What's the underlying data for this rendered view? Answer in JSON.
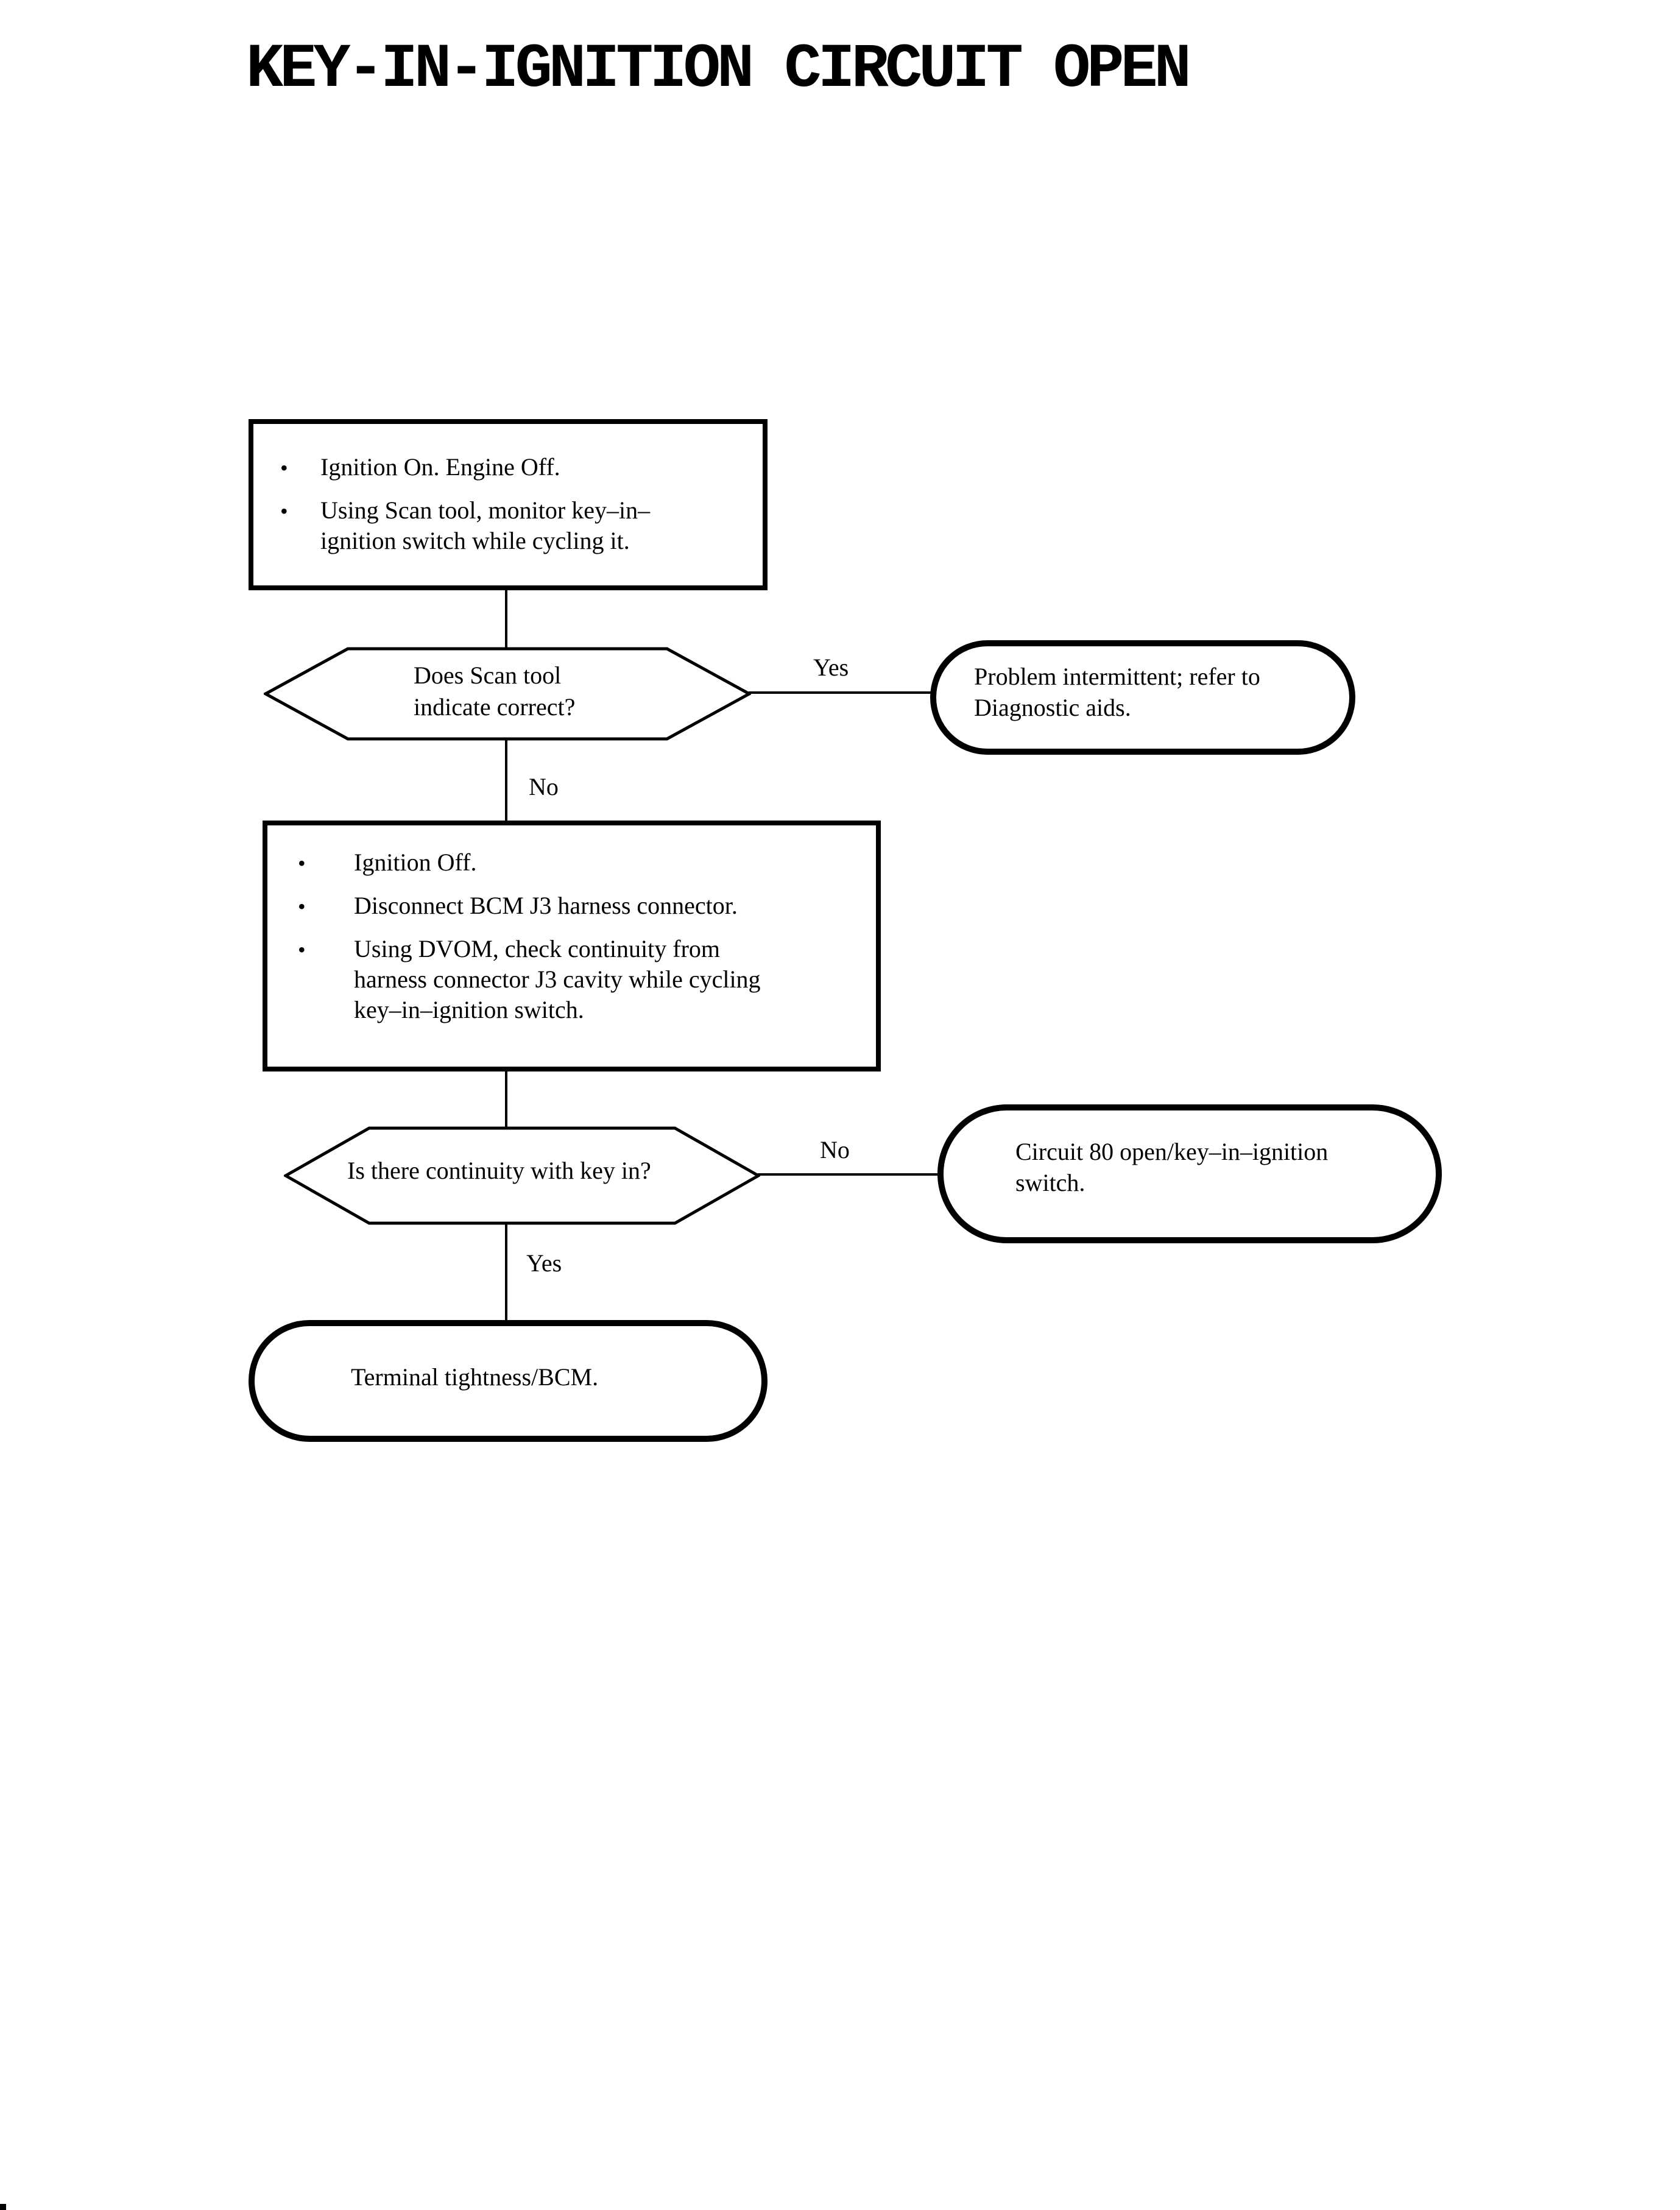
{
  "page": {
    "title": "KEY-IN-IGNITION CIRCUIT OPEN",
    "background_color": "#ffffff",
    "line_color": "#000000"
  },
  "flow": {
    "bullet_char": "•",
    "box1": {
      "items": [
        {
          "lines": [
            "Ignition On. Engine Off."
          ]
        },
        {
          "lines": [
            "Using Scan tool, monitor key–in–",
            "ignition switch while cycling it."
          ]
        }
      ]
    },
    "decision1": {
      "lines": [
        "Does Scan tool",
        "indicate correct?"
      ],
      "right_label": "Yes",
      "down_label": "No"
    },
    "terminal1": {
      "lines": [
        "Problem intermittent; refer to",
        "Diagnostic aids."
      ]
    },
    "box2": {
      "items": [
        {
          "lines": [
            "Ignition Off."
          ]
        },
        {
          "lines": [
            "Disconnect BCM J3 harness connector."
          ]
        },
        {
          "lines": [
            "Using DVOM, check continuity from",
            "harness connector J3 cavity while cycling",
            "key–in–ignition switch."
          ]
        }
      ]
    },
    "decision2": {
      "lines": [
        "Is there continuity with key in?"
      ],
      "right_label": "No",
      "down_label": "Yes"
    },
    "terminal2": {
      "lines": [
        "Circuit 80 open/key–in–ignition",
        "switch."
      ]
    },
    "terminal3": {
      "lines": [
        "Terminal tightness/BCM."
      ]
    }
  }
}
